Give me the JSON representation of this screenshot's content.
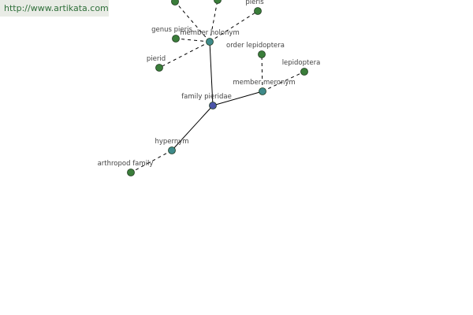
{
  "watermark": "http://www.artikata.com",
  "colors": {
    "leaf": "#3a7d3a",
    "relation": "#3f8a8a",
    "center": "#4b55a8",
    "edge": "#000000",
    "label": "#444444"
  },
  "nodes": [
    {
      "id": "top-left-leaf",
      "label": "",
      "kind": "leaf"
    },
    {
      "id": "top-mid-leaf",
      "label": "",
      "kind": "leaf"
    },
    {
      "id": "pieris",
      "label": "pieris",
      "kind": "leaf"
    },
    {
      "id": "genus-pieris",
      "label": "genus pieris",
      "kind": "leaf"
    },
    {
      "id": "member-holonym",
      "label": "member holonym",
      "kind": "relation"
    },
    {
      "id": "pierid",
      "label": "pierid",
      "kind": "leaf"
    },
    {
      "id": "order-lepidoptera",
      "label": "order lepidoptera",
      "kind": "leaf"
    },
    {
      "id": "lepidoptera",
      "label": "lepidoptera",
      "kind": "leaf"
    },
    {
      "id": "member-meronym",
      "label": "member meronym",
      "kind": "relation"
    },
    {
      "id": "family-pieridae",
      "label": "family pieridae",
      "kind": "center"
    },
    {
      "id": "hypernym",
      "label": "hypernym",
      "kind": "relation"
    },
    {
      "id": "arthropod-family",
      "label": "arthropod family",
      "kind": "leaf"
    }
  ],
  "edges": [
    {
      "from": "family-pieridae",
      "to": "member-holonym",
      "style": "solid"
    },
    {
      "from": "family-pieridae",
      "to": "member-meronym",
      "style": "solid"
    },
    {
      "from": "family-pieridae",
      "to": "hypernym",
      "style": "solid"
    },
    {
      "from": "member-holonym",
      "to": "top-left-leaf",
      "style": "dashed"
    },
    {
      "from": "member-holonym",
      "to": "top-mid-leaf",
      "style": "dashed"
    },
    {
      "from": "member-holonym",
      "to": "pieris",
      "style": "dashed"
    },
    {
      "from": "member-holonym",
      "to": "genus-pieris",
      "style": "dashed"
    },
    {
      "from": "member-holonym",
      "to": "pierid",
      "style": "dashed"
    },
    {
      "from": "member-meronym",
      "to": "order-lepidoptera",
      "style": "dashed"
    },
    {
      "from": "member-meronym",
      "to": "lepidoptera",
      "style": "dashed"
    },
    {
      "from": "hypernym",
      "to": "arthropod-family",
      "style": "dashed"
    }
  ]
}
